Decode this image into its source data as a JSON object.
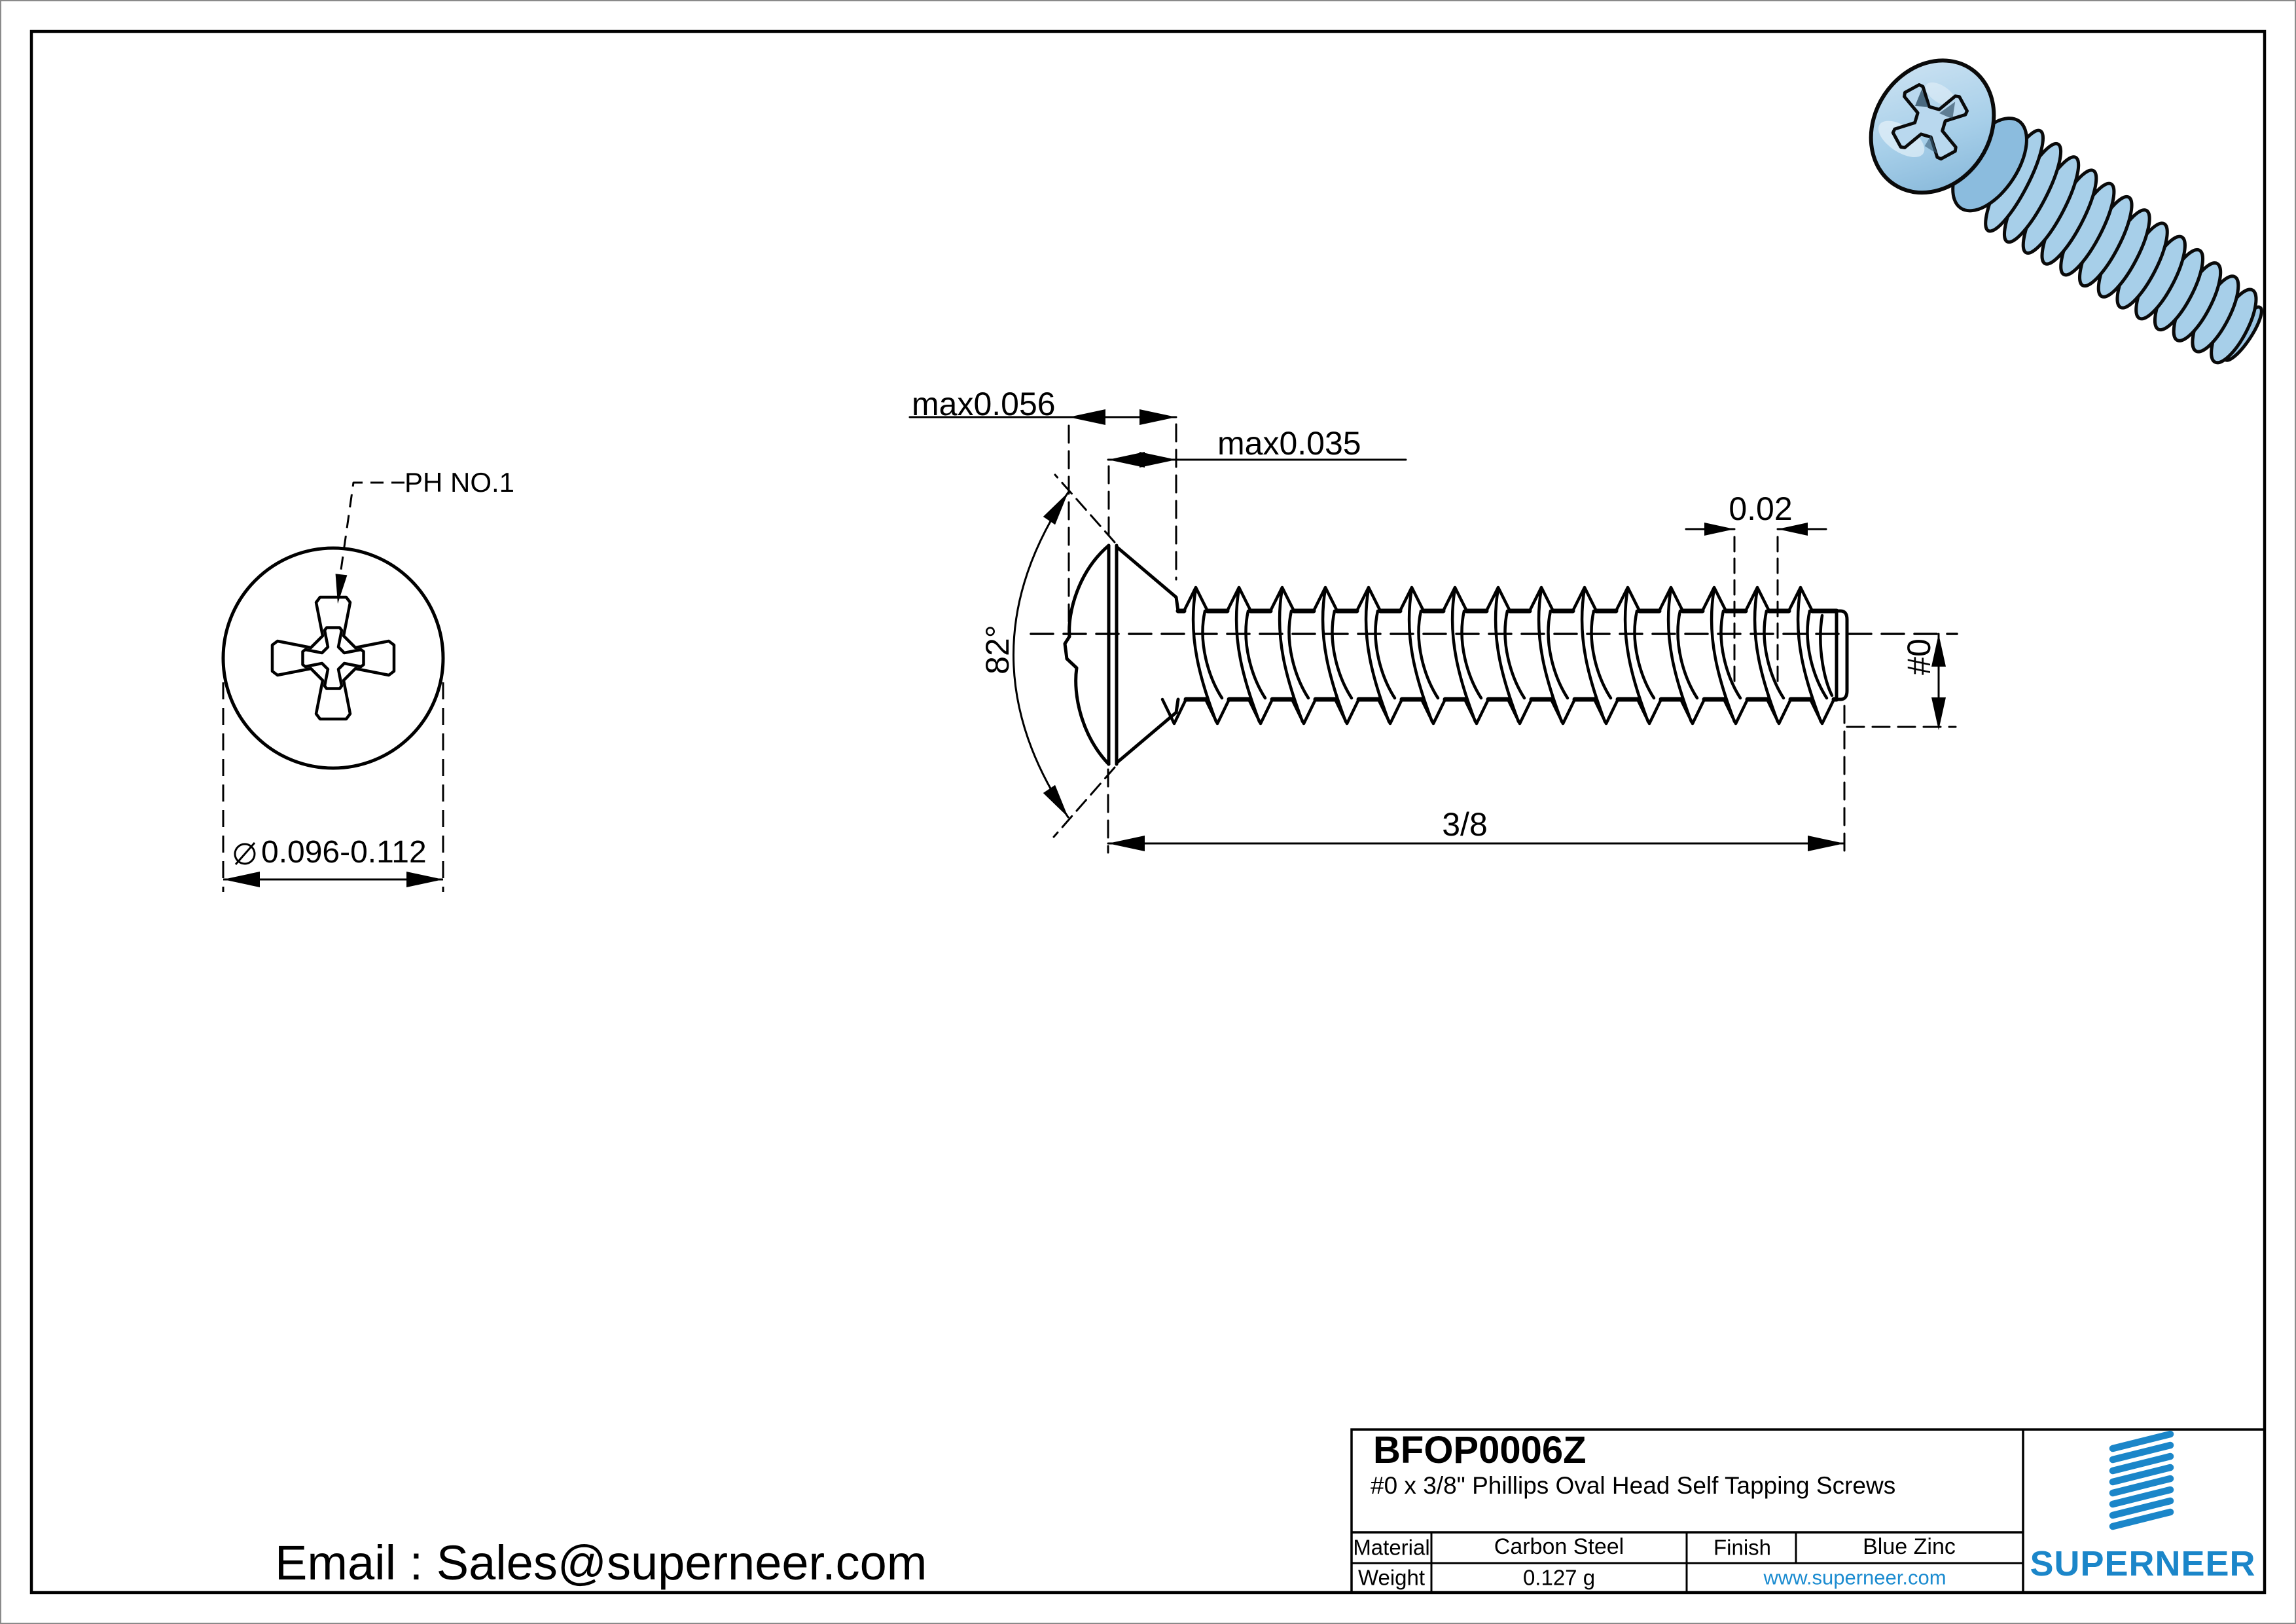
{
  "annotations": {
    "drive": "PH NO.1",
    "diameter_symbol": "⌀",
    "head_diameter": "0.096-0.112",
    "head_height": "max0.056",
    "dome_height": "max0.035",
    "countersink_angle": "82°",
    "thread_pitch": "0.02",
    "screw_size": "#0",
    "length": "3/8"
  },
  "title_block": {
    "part_number": "BFOP0006Z",
    "title": "#0 x 3/8\" Phillips Oval Head Self Tapping Screws",
    "material_label": "Material",
    "material_value": "Carbon Steel",
    "finish_label": "Finish",
    "finish_value": "Blue Zinc",
    "weight_label": "Weight",
    "weight_value": "0.127 g",
    "website": "www.superneer.com",
    "brand": "SUPERNEER"
  },
  "footer": {
    "email": "Email : Sales@superneer.com"
  },
  "colors": {
    "brand_blue": "#1b86c9",
    "link_blue": "#1a8bd0",
    "screw_blue": "#a7cfe9",
    "line_black": "#000000"
  }
}
